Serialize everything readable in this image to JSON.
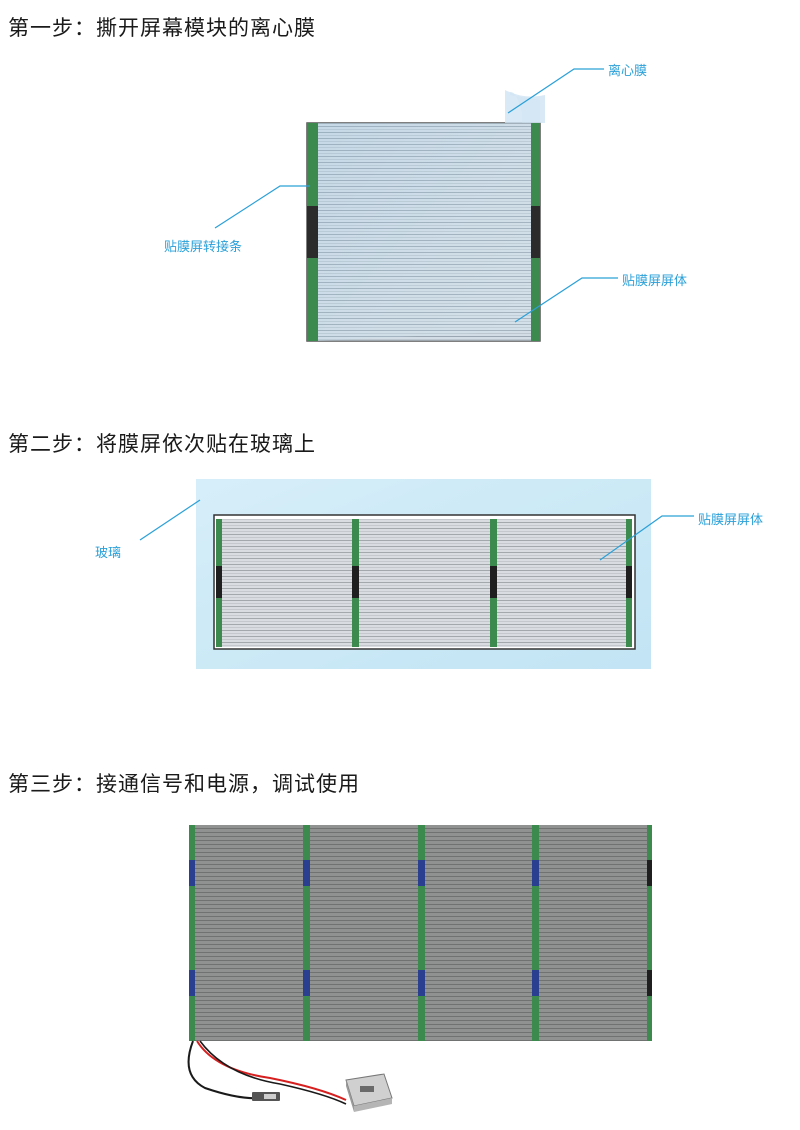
{
  "steps": [
    {
      "title": "第一步：撕开屏幕模块的离心膜",
      "labels": {
        "release_film": "离心膜",
        "adapter_strip": "贴膜屏转接条",
        "screen_body": "贴膜屏屏体"
      }
    },
    {
      "title": "第二步：将膜屏依次贴在玻璃上",
      "labels": {
        "glass": "玻璃",
        "screen_body": "贴膜屏屏体"
      }
    },
    {
      "title": "第三步：接通信号和电源，调试使用"
    }
  ],
  "colors": {
    "callout": "#2aa0d8",
    "strip_green": "#3d8a4f",
    "glass_blue": "#cfeaf7",
    "film_blue": "#b9d6ea",
    "panel_gray": "#8e8e8e",
    "cable_red": "#d62020"
  },
  "step3_panel_count": 4
}
